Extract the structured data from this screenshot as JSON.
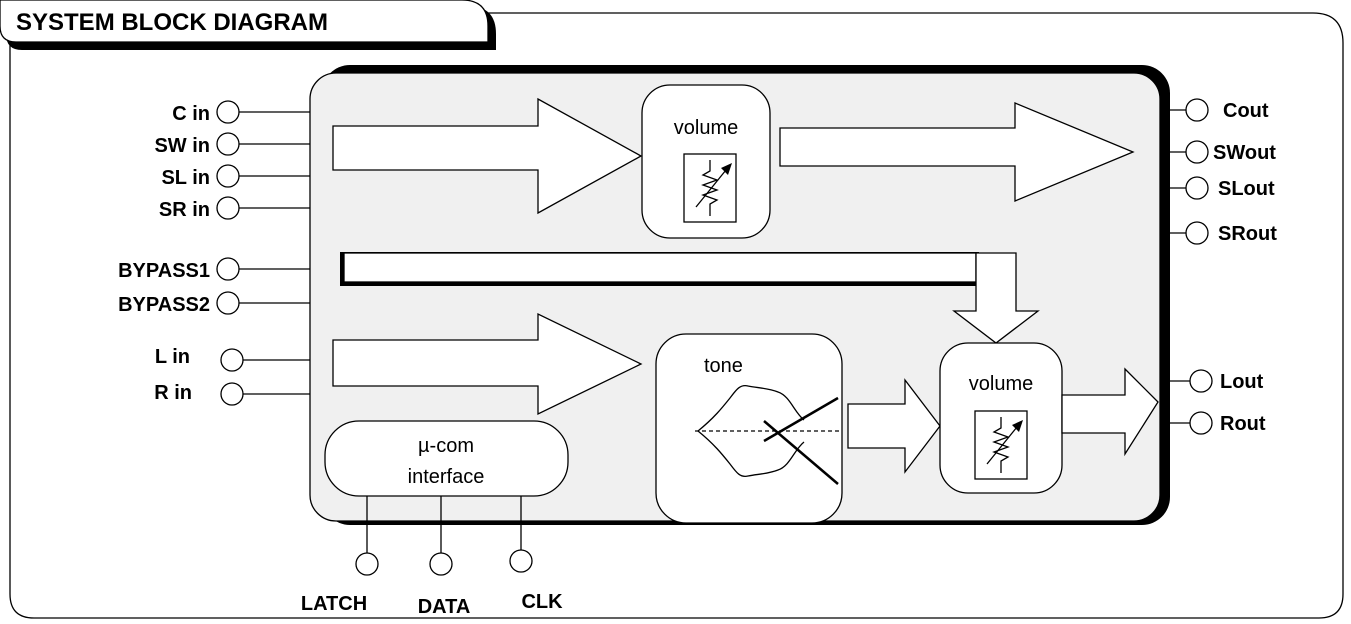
{
  "title": "SYSTEM BLOCK DIAGRAM",
  "inputs": {
    "c_in": "C in",
    "sw_in": "SW in",
    "sl_in": "SL in",
    "sr_in": "SR in",
    "bypass1": "BYPASS1",
    "bypass2": "BYPASS2",
    "l_in": "L in",
    "r_in": "R in"
  },
  "outputs": {
    "cout": "Cout",
    "swout": "SWout",
    "slout": "SLout",
    "srout": "SRout",
    "lout": "Lout",
    "rout": "Rout"
  },
  "control_pins": {
    "latch": "LATCH",
    "data": "DATA",
    "clk": "CLK"
  },
  "blocks": {
    "volume_top": "volume",
    "volume_bottom": "volume",
    "tone": "tone",
    "ucom_line1": "µ-com",
    "ucom_line2": "interface"
  }
}
